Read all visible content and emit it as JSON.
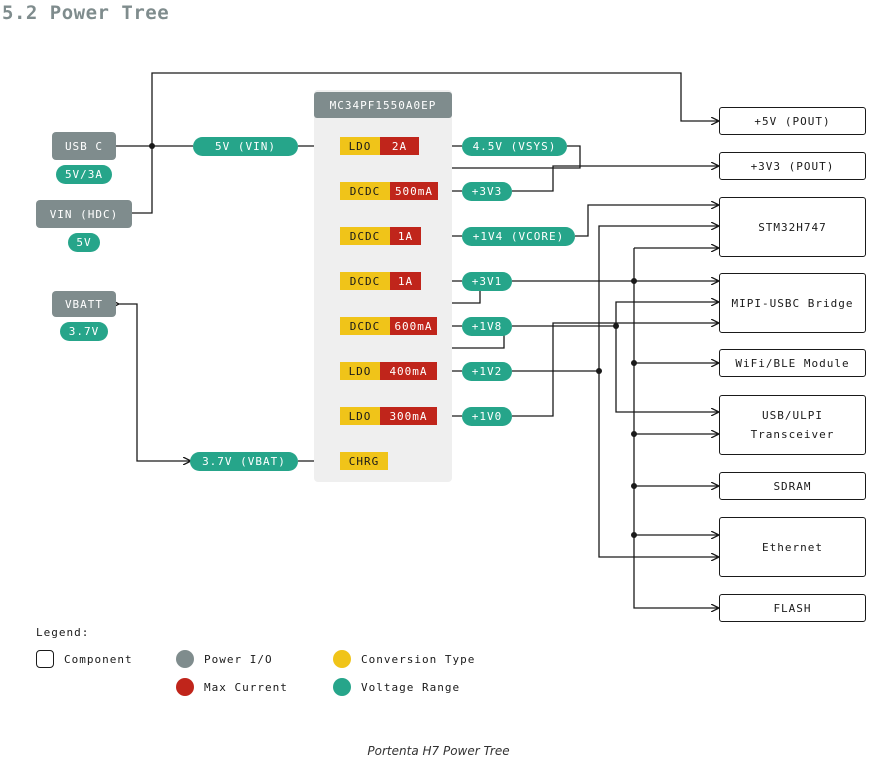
{
  "title": "5.2 Power Tree",
  "pmic": {
    "name": "MC34PF1550A0EP"
  },
  "inputs": [
    {
      "label": "USB C",
      "rating": "5V/3A"
    },
    {
      "label": "VIN (HDC)",
      "rating": "5V"
    },
    {
      "label": "VBATT",
      "rating": "3.7V"
    }
  ],
  "input_rails": {
    "vin": "5V (VIN)",
    "vbat": "3.7V (VBAT)"
  },
  "regulators": [
    {
      "type": "LDO",
      "current": "2A",
      "output": "4.5V (VSYS)"
    },
    {
      "type": "DCDC",
      "current": "500mA",
      "output": "+3V3"
    },
    {
      "type": "DCDC",
      "current": "1A",
      "output": "+1V4 (VCORE)"
    },
    {
      "type": "DCDC",
      "current": "1A",
      "output": "+3V1"
    },
    {
      "type": "DCDC",
      "current": "600mA",
      "output": "+1V8"
    },
    {
      "type": "LDO",
      "current": "400mA",
      "output": "+1V2"
    },
    {
      "type": "LDO",
      "current": "300mA",
      "output": "+1V0"
    }
  ],
  "charger": {
    "type": "CHRG"
  },
  "components": {
    "pout5v": "+5V (POUT)",
    "pout3v3": "+3V3 (POUT)",
    "stm32": "STM32H747",
    "mipi": "MIPI-USBC Bridge",
    "wifi": "WiFi/BLE Module",
    "usb_line1": "USB/ULPI",
    "usb_line2": "Transceiver",
    "sdram": "SDRAM",
    "ethernet": "Ethernet",
    "flash": "FLASH"
  },
  "legend": {
    "title": "Legend:",
    "component": "Component",
    "power_io": "Power I/O",
    "conversion_type": "Conversion Type",
    "max_current": "Max Current",
    "voltage_range": "Voltage Range"
  },
  "colors": {
    "power_io": "#7f8c8d",
    "conversion_type": "#f0c419",
    "max_current": "#c0251b",
    "voltage_range": "#26a58a"
  },
  "caption": "Portenta H7 Power Tree"
}
